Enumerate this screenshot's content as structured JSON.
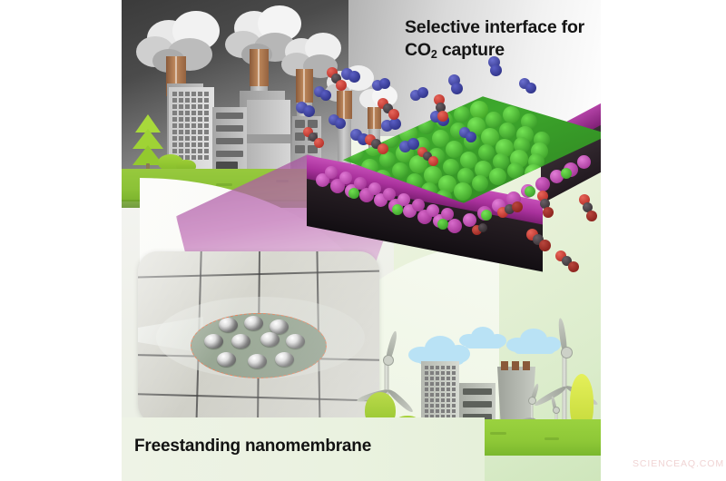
{
  "figure": {
    "title_line1": "Selective interface for",
    "title_prefix": "CO",
    "title_sub": "2",
    "title_suffix": " capture",
    "caption": "Freestanding nanomembrane",
    "watermark": "SCIENCEAQ.COM"
  },
  "colors": {
    "green_particles": "#3da82c",
    "magenta_layer": "#a9319c",
    "dark_slab": "#1a1419",
    "nitrogen_blue": "#3b3fa0",
    "co2_red": "#c0342a",
    "co2_dark": "#3a3336",
    "grass_green": "#8cc237",
    "smoke_gray": "#d6d6d6",
    "dashed_ellipse_orange": "#e2734a",
    "clean_sky": "#e7f1d8",
    "cloud_blue": "#b9e2f5",
    "watermark_pink": "#f0d4d4"
  },
  "scenes": {
    "industrial": {
      "name": "polluting-factory-scene",
      "smokestack_count": 5,
      "building_count": 4,
      "tree_count": 2
    },
    "membrane": {
      "name": "selective-membrane-block",
      "top_layer": "green-nanoparticle-selective-layer",
      "middle_layer": "magenta-support-layer",
      "base_layer": "dark-substrate-slab",
      "gas_above": "mixed N2 and CO2 molecules",
      "gas_below": "permeated CO2 molecules"
    },
    "inset": {
      "name": "freestanding-nanomembrane-photograph",
      "detail": "transparent membrane over grid with water droplets in dashed ellipse",
      "droplet_count": 9
    },
    "clean": {
      "name": "clean-energy-scene",
      "turbine_count": 5,
      "building_count": 3,
      "cloud_count": 3
    }
  }
}
